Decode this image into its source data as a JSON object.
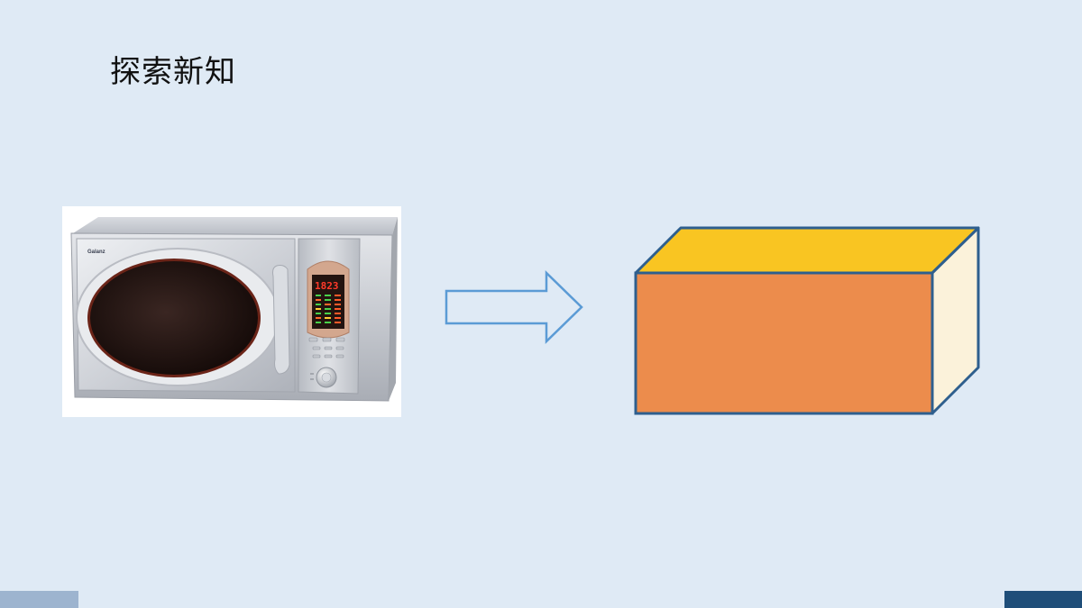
{
  "slide": {
    "title": "探索新知"
  },
  "microwave": {
    "brand": "Galanz",
    "display": "1823"
  },
  "colors": {
    "background": "#dfeaf5",
    "arrow_stroke": "#5b9bd5",
    "cuboid_front": "#ec8c4c",
    "cuboid_top": "#f9c522",
    "cuboid_side": "#fbf2da",
    "cuboid_edge": "#2e5f8e",
    "bar_left": "#9db4cf",
    "bar_right": "#1f4e79"
  },
  "icons": {
    "arrow": "arrow-right-outline-icon"
  }
}
